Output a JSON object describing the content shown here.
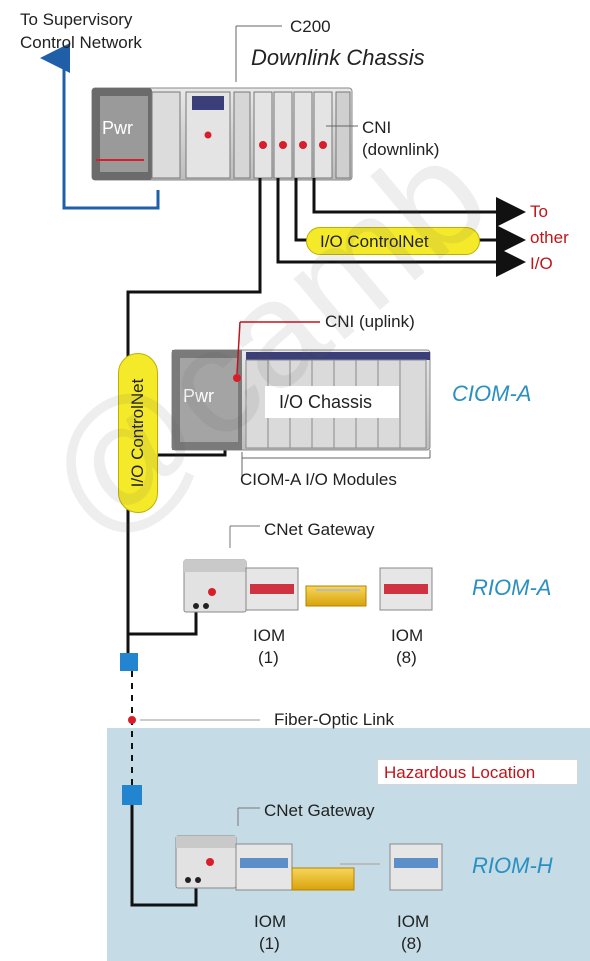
{
  "labels": {
    "supervisory_line1": "To Supervisory",
    "supervisory_line2": "Control Network",
    "c200": "C200",
    "downlink_chassis": "Downlink Chassis",
    "cni_downlink_line1": "CNI",
    "cni_downlink_line2": "(downlink)",
    "to": "To",
    "other": "other",
    "io": "I/O",
    "io_controlnet_h": "I/O ControlNet",
    "io_controlnet_v": "I/O ControlNet",
    "cni_uplink": "CNI (uplink)",
    "pwr_1": "Pwr",
    "pwr_2": "Pwr",
    "io_chassis": "I/O Chassis",
    "ciom_a": "CIOM-A",
    "ciom_a_modules": "CIOM-A I/O Modules",
    "cnet_gateway_1": "CNet Gateway",
    "riom_a": "RIOM-A",
    "iom_1a": "IOM",
    "iom_1a_num": "(1)",
    "iom_8a": "IOM",
    "iom_8a_num": "(8)",
    "fiber_optic": "Fiber-Optic Link",
    "hazardous": "Hazardous Location",
    "cnet_gateway_2": "CNet Gateway",
    "riom_h": "RIOM-H",
    "iom_1h": "IOM",
    "iom_1h_num": "(1)",
    "iom_8h": "IOM",
    "iom_8h_num": "(8)"
  },
  "watermark": "@camb",
  "colors": {
    "hazard_area": "#c5dce7",
    "controlnet_pill": "#f5ea2a",
    "supervisory_line": "#1f5fa8",
    "fiber_connector": "#2385cf",
    "rail": "#f0c020",
    "label_red": "#c0141b",
    "label_blue": "#2a8fc1"
  }
}
